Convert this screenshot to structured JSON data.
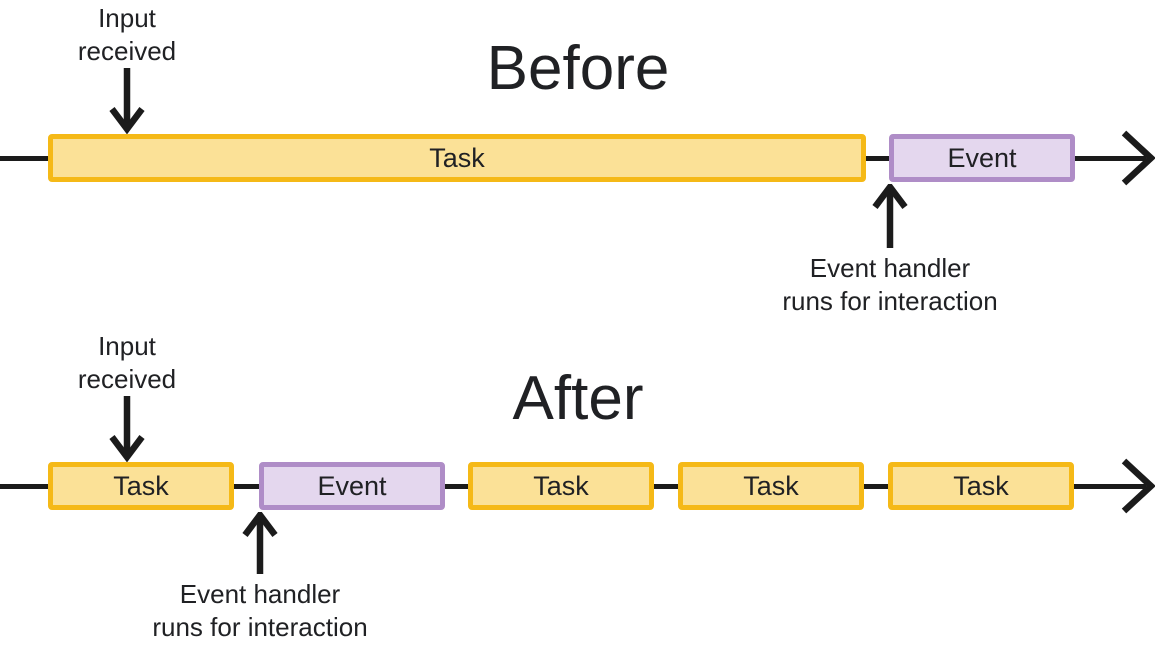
{
  "before": {
    "title": "Before",
    "input_label": {
      "lines": [
        "Input",
        "received"
      ]
    },
    "handler_label": {
      "lines": [
        "Event handler",
        "runs for interaction"
      ]
    },
    "bars": [
      {
        "type": "task",
        "label": "Task"
      },
      {
        "type": "event",
        "label": "Event"
      }
    ]
  },
  "after": {
    "title": "After",
    "input_label": {
      "lines": [
        "Input",
        "received"
      ]
    },
    "handler_label": {
      "lines": [
        "Event handler",
        "runs for interaction"
      ]
    },
    "bars": [
      {
        "type": "task",
        "label": "Task"
      },
      {
        "type": "event",
        "label": "Event"
      },
      {
        "type": "task",
        "label": "Task"
      },
      {
        "type": "task",
        "label": "Task"
      },
      {
        "type": "task",
        "label": "Task"
      }
    ]
  },
  "colors": {
    "task_fill": "#FBE197",
    "task_border": "#F5B917",
    "event_fill": "#E4D7EE",
    "event_border": "#AF8DC7",
    "arrow": "#1B1B1B",
    "text": "#202124",
    "background": "#FFFFFF"
  }
}
